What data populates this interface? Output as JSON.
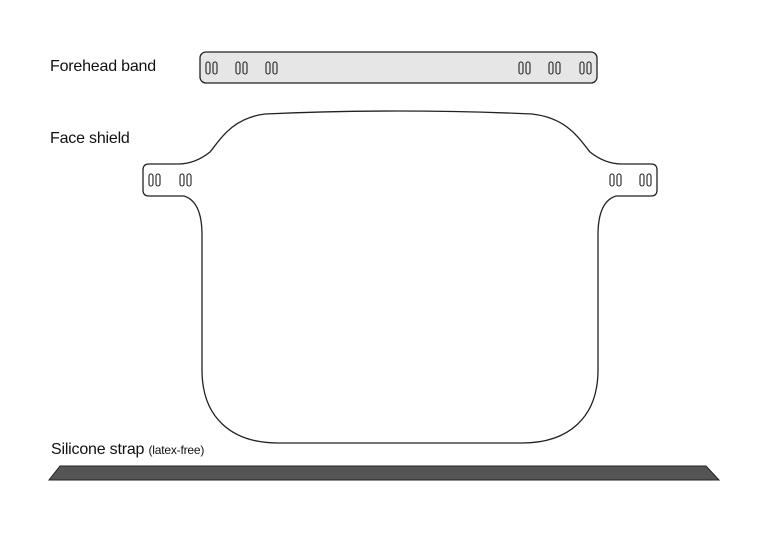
{
  "labels": {
    "forehead_band": "Forehead band",
    "face_shield": "Face shield",
    "silicone_strap": "Silicone strap",
    "silicone_strap_note": "(latex-free)"
  },
  "colors": {
    "outline": "#222222",
    "band_fill": "#e6e6e6",
    "strap_fill": "#555555",
    "background": "#ffffff"
  }
}
